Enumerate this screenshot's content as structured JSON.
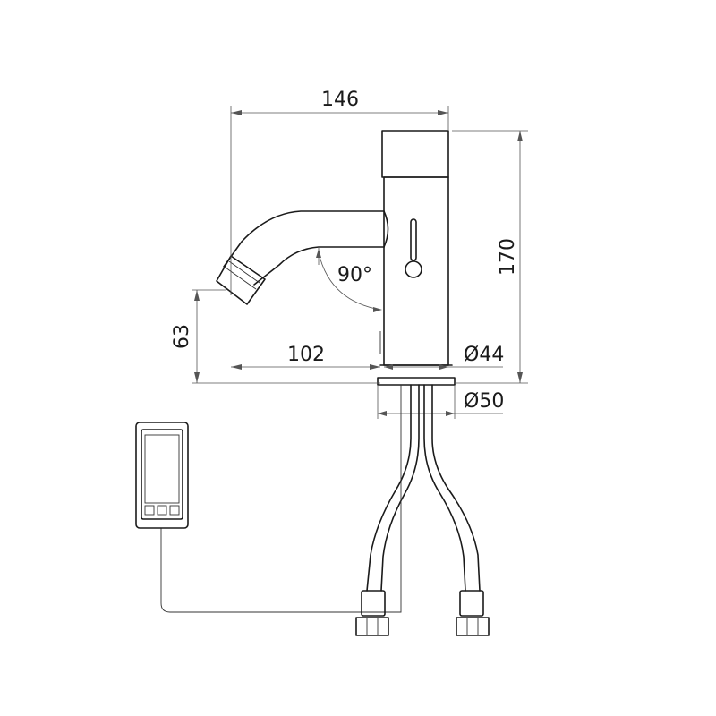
{
  "dimensions": {
    "overall_length": "146",
    "height": "170",
    "spout_height": "63",
    "spout_reach": "102",
    "body_diameter": "Ø44",
    "base_diameter": "Ø50",
    "spout_angle": "90°"
  }
}
